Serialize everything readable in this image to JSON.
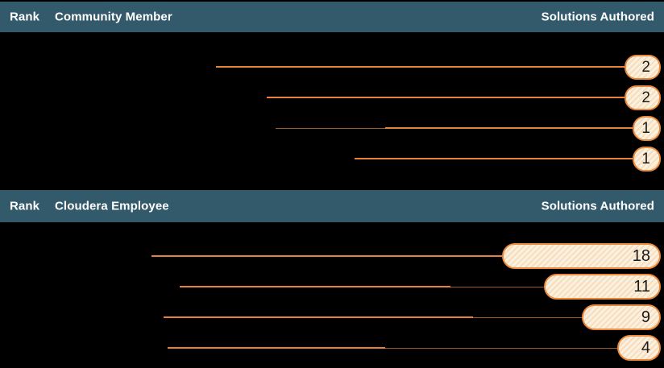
{
  "page": {
    "background": "#000000"
  },
  "colors": {
    "header_bg": "#335A6B",
    "header_text": "#FFFFFF",
    "bar_line": "#E8823B",
    "leader_line": "#A05A24",
    "pill_border": "#EB8A3D",
    "pill_fill": "#FCF0DE",
    "pill_stripe": "#F6DDBD",
    "pill_text": "#1B1B1B"
  },
  "tables": [
    {
      "header": {
        "rank": "Rank",
        "member": "Community Member",
        "solutions": "Solutions Authored"
      },
      "rows": [
        {
          "value": "2"
        },
        {
          "value": "2"
        },
        {
          "value": "1"
        },
        {
          "value": "1"
        }
      ]
    },
    {
      "header": {
        "rank": "Rank",
        "member": "Cloudera Employee",
        "solutions": "Solutions Authored"
      },
      "rows": [
        {
          "value": "18"
        },
        {
          "value": "11"
        },
        {
          "value": "9"
        },
        {
          "value": "4"
        }
      ]
    }
  ],
  "chart_data": [
    {
      "type": "bar",
      "title": "Community Member",
      "columns": [
        "Rank",
        "Community Member",
        "Solutions Authored"
      ],
      "categories": [
        "",
        "",
        "",
        ""
      ],
      "values": [
        2,
        2,
        1,
        1
      ],
      "orientation": "horizontal",
      "value_labels": "pill at bar end, right-aligned at x=820",
      "grid": false,
      "legend": false
    },
    {
      "type": "bar",
      "title": "Cloudera Employee",
      "columns": [
        "Rank",
        "Cloudera Employee",
        "Solutions Authored"
      ],
      "categories": [
        "",
        "",
        "",
        ""
      ],
      "values": [
        18,
        11,
        9,
        4
      ],
      "orientation": "horizontal",
      "value_labels": "pill at bar end, right-aligned at x=820",
      "grid": false,
      "legend": false
    }
  ]
}
